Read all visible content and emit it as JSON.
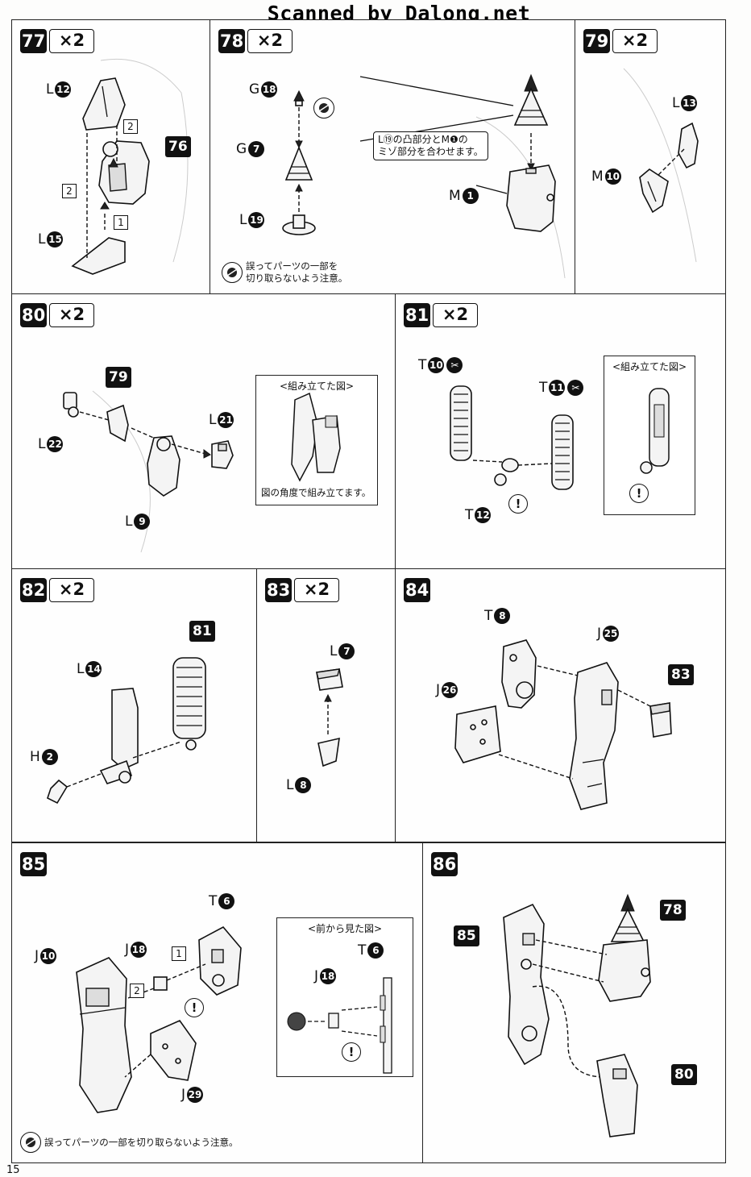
{
  "watermark": "Scanned by Dalong.net",
  "page_number": "15",
  "warning_text_short": "誤ってパーツの一部を\n切り取らないよう注意。",
  "warning_text_long": "誤ってパーツの一部を切り取らないよう注意。",
  "steps": {
    "s77": {
      "num": "77",
      "mult": "×2",
      "labels": {
        "l12": "L",
        "c12": "12",
        "l15": "L",
        "c15": "15",
        "ref": "76",
        "b2a": "2",
        "b2b": "2",
        "b1": "1"
      }
    },
    "s78": {
      "num": "78",
      "mult": "×2",
      "labels": {
        "g18": "G",
        "c18": "18",
        "g7": "G",
        "c7": "7",
        "l19": "L",
        "c19": "19",
        "m1": "M",
        "c1": "1"
      },
      "callout": "L⑲の凸部分とM❶の\nミゾ部分を合わせます。"
    },
    "s79": {
      "num": "79",
      "mult": "×2",
      "labels": {
        "l13": "L",
        "c13": "13",
        "m10": "M",
        "c10": "10"
      }
    },
    "s80": {
      "num": "80",
      "mult": "×2",
      "labels": {
        "l22": "L",
        "c22": "22",
        "ref": "79",
        "l21": "L",
        "c21": "21",
        "l9": "L",
        "c9": "9"
      },
      "inset_title": "<組み立てた図>",
      "inset_note": "図の角度で組み立てます。"
    },
    "s81": {
      "num": "81",
      "mult": "×2",
      "labels": {
        "t10": "T",
        "c10": "10",
        "t11": "T",
        "c11": "11",
        "t12": "T",
        "c12": "12"
      },
      "inset_title": "<組み立てた図>"
    },
    "s82": {
      "num": "82",
      "mult": "×2",
      "labels": {
        "ref": "81",
        "l14": "L",
        "c14": "14",
        "h2": "H",
        "c2": "2"
      }
    },
    "s83": {
      "num": "83",
      "mult": "×2",
      "labels": {
        "l7": "L",
        "c7": "7",
        "l8": "L",
        "c8": "8"
      }
    },
    "s84": {
      "num": "84",
      "labels": {
        "t8": "T",
        "c8": "8",
        "j25": "J",
        "c25": "25",
        "ref": "83",
        "j26": "J",
        "c26": "26"
      }
    },
    "s85": {
      "num": "85",
      "labels": {
        "t6": "T",
        "c6": "6",
        "j10": "J",
        "c10": "10",
        "j18": "J",
        "c18": "18",
        "b1": "1",
        "b2": "2",
        "j29": "J",
        "c29": "29",
        "it6": "T",
        "ic6": "6",
        "ij18": "J",
        "ic18": "18"
      },
      "inset_title": "<前から見た図>"
    },
    "s86": {
      "num": "86",
      "labels": {
        "ref78": "78",
        "ref85": "85",
        "ref80": "80"
      }
    }
  },
  "exclamation": "!"
}
